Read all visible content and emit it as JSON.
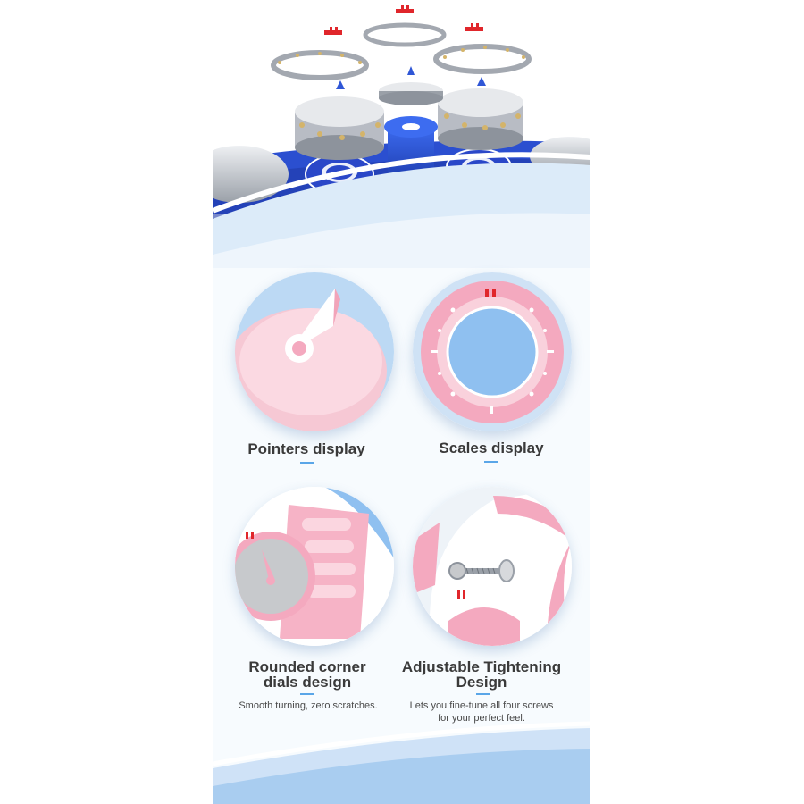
{
  "features": [
    {
      "title": "Pointers display",
      "icon": "pointer-dial-icon",
      "description": ""
    },
    {
      "title": "Scales display",
      "icon": "scale-ring-icon",
      "description": ""
    },
    {
      "title_line1": "Rounded corner",
      "title_line2": "dials design",
      "icon": "rounded-dial-icon",
      "description": "Smooth turning, zero scratches."
    },
    {
      "title_line1": "Adjustable Tightening",
      "title_line2": "Design",
      "icon": "screw-icon",
      "description_line1": "Lets you fine-tune all four screws",
      "description_line2": "for your perfect feel."
    }
  ],
  "colors": {
    "accent": "#5aa6e8",
    "pink": "#f4a9bf",
    "blue": "#2f56d6",
    "silver": "#c9ccd2",
    "red_marker": "#e0262b"
  }
}
